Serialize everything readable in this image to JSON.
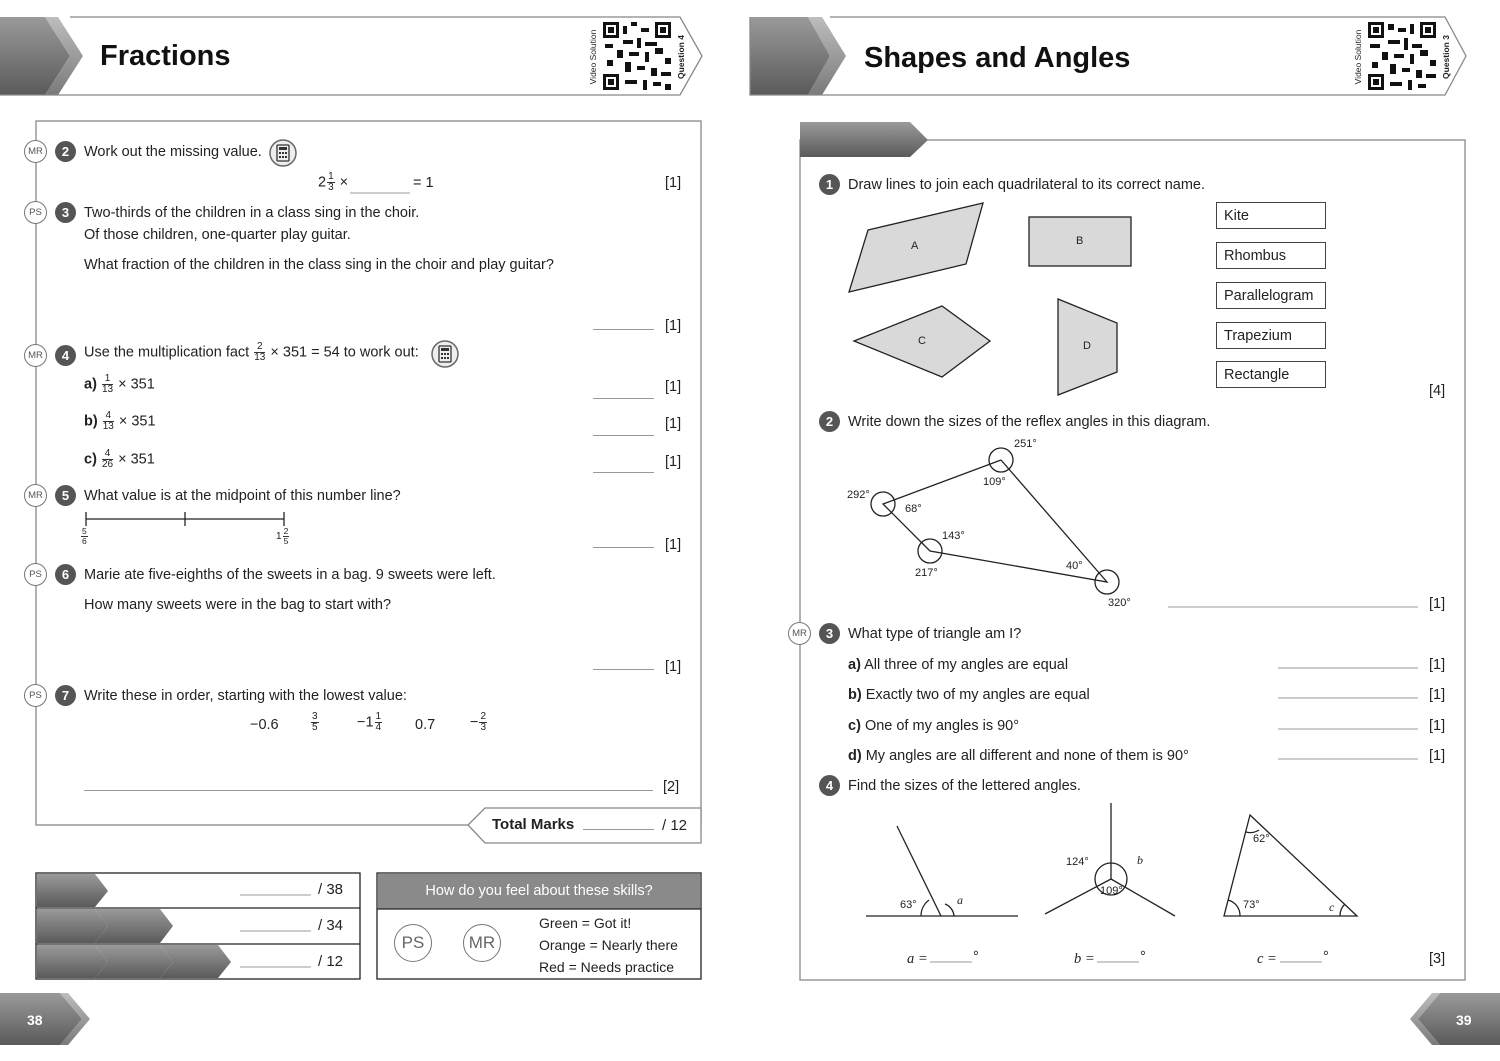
{
  "left": {
    "title": "Fractions",
    "qr_caption_a": "Video Solution",
    "qr_caption_b": "Question 4",
    "page_number": "38",
    "q2": {
      "num": "2",
      "badge": "MR",
      "text": "Work out the missing value.",
      "expr_whole": "2",
      "expr_n": "1",
      "expr_d": "3",
      "expr_op": "×",
      "expr_eq": "= 1",
      "mark": "[1]"
    },
    "q3": {
      "num": "3",
      "badge": "PS",
      "line1": "Two-thirds of the children in a class sing in the choir.",
      "line2": "Of those children, one-quarter play guitar.",
      "line3": "What fraction of the children in the class sing in the choir and play guitar?",
      "mark": "[1]"
    },
    "q4": {
      "num": "4",
      "badge": "MR",
      "text_a": "Use the multiplication fact",
      "fn": "2",
      "fd": "13",
      "text_b": "× 351 = 54 to work out:",
      "parts": [
        {
          "label": "a)",
          "n": "1",
          "d": "13",
          "rest": "× 351",
          "mark": "[1]"
        },
        {
          "label": "b)",
          "n": "4",
          "d": "13",
          "rest": "× 351",
          "mark": "[1]"
        },
        {
          "label": "c)",
          "n": "4",
          "d": "26",
          "rest": "× 351",
          "mark": "[1]"
        }
      ]
    },
    "q5": {
      "num": "5",
      "badge": "MR",
      "text": "What value is at the midpoint of this number line?",
      "left_n": "5",
      "left_d": "6",
      "right_whole": "1",
      "right_n": "2",
      "right_d": "5",
      "mark": "[1]"
    },
    "q6": {
      "num": "6",
      "badge": "PS",
      "line1": "Marie ate five-eighths of the sweets in a bag. 9 sweets were left.",
      "line2": "How many sweets were in the bag to start with?",
      "mark": "[1]"
    },
    "q7": {
      "num": "7",
      "badge": "PS",
      "text": "Write these in order, starting with the lowest value:",
      "v1": "−0.6",
      "v2n": "3",
      "v2d": "5",
      "v3pre": "−1",
      "v3n": "1",
      "v3d": "4",
      "v4": "0.7",
      "v5pre": "−",
      "v5n": "2",
      "v5d": "3",
      "mark": "[2]"
    },
    "total_label": "Total Marks",
    "total_of": "/ 12",
    "score_rows": [
      "/ 38",
      "/ 34",
      "/ 12"
    ],
    "feel": {
      "header": "How do you feel about these skills?",
      "ps": "PS",
      "mr": "MR",
      "green": "Green = Got it!",
      "orange": "Orange = Nearly there",
      "red": "Red = Needs practice"
    }
  },
  "right": {
    "title": "Shapes and Angles",
    "qr_caption_a": "Video Solution",
    "qr_caption_b": "Question 3",
    "page_number": "39",
    "q1": {
      "num": "1",
      "text": "Draw lines to join each quadrilateral to its correct name.",
      "shapes": [
        "A",
        "B",
        "C",
        "D"
      ],
      "names": [
        "Kite",
        "Rhombus",
        "Parallelogram",
        "Trapezium",
        "Rectangle"
      ],
      "mark": "[4]"
    },
    "q2": {
      "num": "2",
      "text": "Write down the sizes of the reflex angles in this diagram.",
      "angles": [
        "251°",
        "109°",
        "292°",
        "68°",
        "143°",
        "217°",
        "40°",
        "320°"
      ],
      "mark": "[1]"
    },
    "q3": {
      "num": "3",
      "badge": "MR",
      "text": "What type of triangle am I?",
      "parts": [
        {
          "label": "a)",
          "text": "All three of my angles are equal",
          "mark": "[1]"
        },
        {
          "label": "b)",
          "text": "Exactly two of my angles are equal",
          "mark": "[1]"
        },
        {
          "label": "c)",
          "text": "One of my angles is 90°",
          "mark": "[1]"
        },
        {
          "label": "d)",
          "text": "My angles are all different and none of them is 90°",
          "mark": "[1]"
        }
      ]
    },
    "q4": {
      "num": "4",
      "text": "Find the sizes of the lettered angles.",
      "fig1": {
        "known": "63°",
        "letter": "a"
      },
      "fig2": {
        "known1": "124°",
        "known2": "109°",
        "letter": "b"
      },
      "fig3": {
        "known1": "62°",
        "known2": "73°",
        "letter": "c"
      },
      "ans_a": "a =",
      "ans_b": "b =",
      "ans_c": "c =",
      "deg": "°",
      "mark": "[3]"
    }
  }
}
